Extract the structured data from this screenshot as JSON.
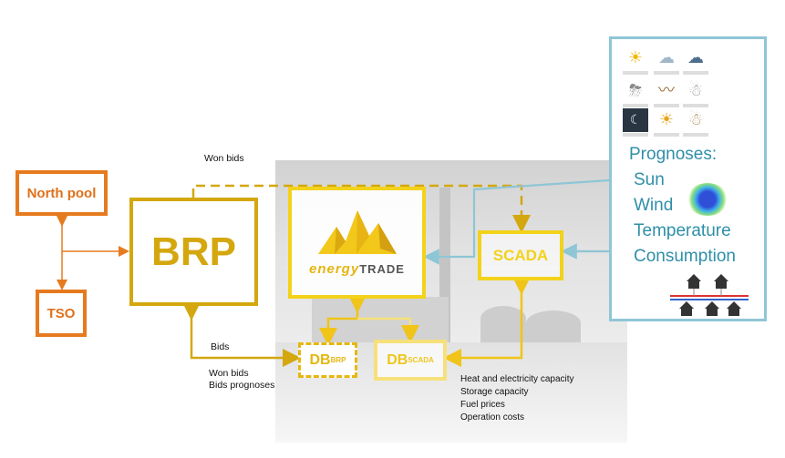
{
  "nodes": {
    "north_pool": "North pool",
    "tso": "TSO",
    "brp": "BRP",
    "energytrade_word1": "energy",
    "energytrade_word2": "TRADE",
    "scada": "SCADA",
    "db_brp_main": "DB",
    "db_brp_sub": "BRP",
    "db_scada_main": "DB",
    "db_scada_sub": "SCADA"
  },
  "edges": {
    "won_bids_top": "Won bids",
    "bids": "Bids",
    "won_bids_bottom": "Won bids",
    "bids_prognoses": "Bids prognoses"
  },
  "db_inputs": [
    "Heat and electricity capacity",
    "Storage capacity",
    "Fuel prices",
    "Operation costs"
  ],
  "prognoses": {
    "title": "Prognoses:",
    "items": [
      "Sun",
      "Wind",
      "Temperature",
      "Consumption"
    ]
  },
  "weather_icons": [
    {
      "name": "sun-icon",
      "glyph": "☀",
      "color": "#f2b705"
    },
    {
      "name": "cloud-icon",
      "glyph": "☁",
      "color": "#9fb7c9"
    },
    {
      "name": "rain-cloud-icon",
      "glyph": "☁",
      "color": "#4d6f8c"
    },
    {
      "name": "storm-icon",
      "glyph": "⛈",
      "color": "#8a8a8a"
    },
    {
      "name": "wind-icon",
      "glyph": "〰",
      "color": "#a0703a"
    },
    {
      "name": "snowman-icon",
      "glyph": "☃",
      "color": "#9a9a9a"
    },
    {
      "name": "night-icon",
      "glyph": "☾",
      "color": "#334455"
    },
    {
      "name": "thermometer-sun-icon",
      "glyph": "☀",
      "color": "#e8a317"
    },
    {
      "name": "thermometer-snow-icon",
      "glyph": "☃",
      "color": "#b08a5a"
    }
  ],
  "colors": {
    "orange": "#e67a1e",
    "gold": "#d4a70f",
    "yellow": "#f3d21a",
    "light_blue": "#8ec6d6",
    "text_blue": "#2f8fa8"
  }
}
